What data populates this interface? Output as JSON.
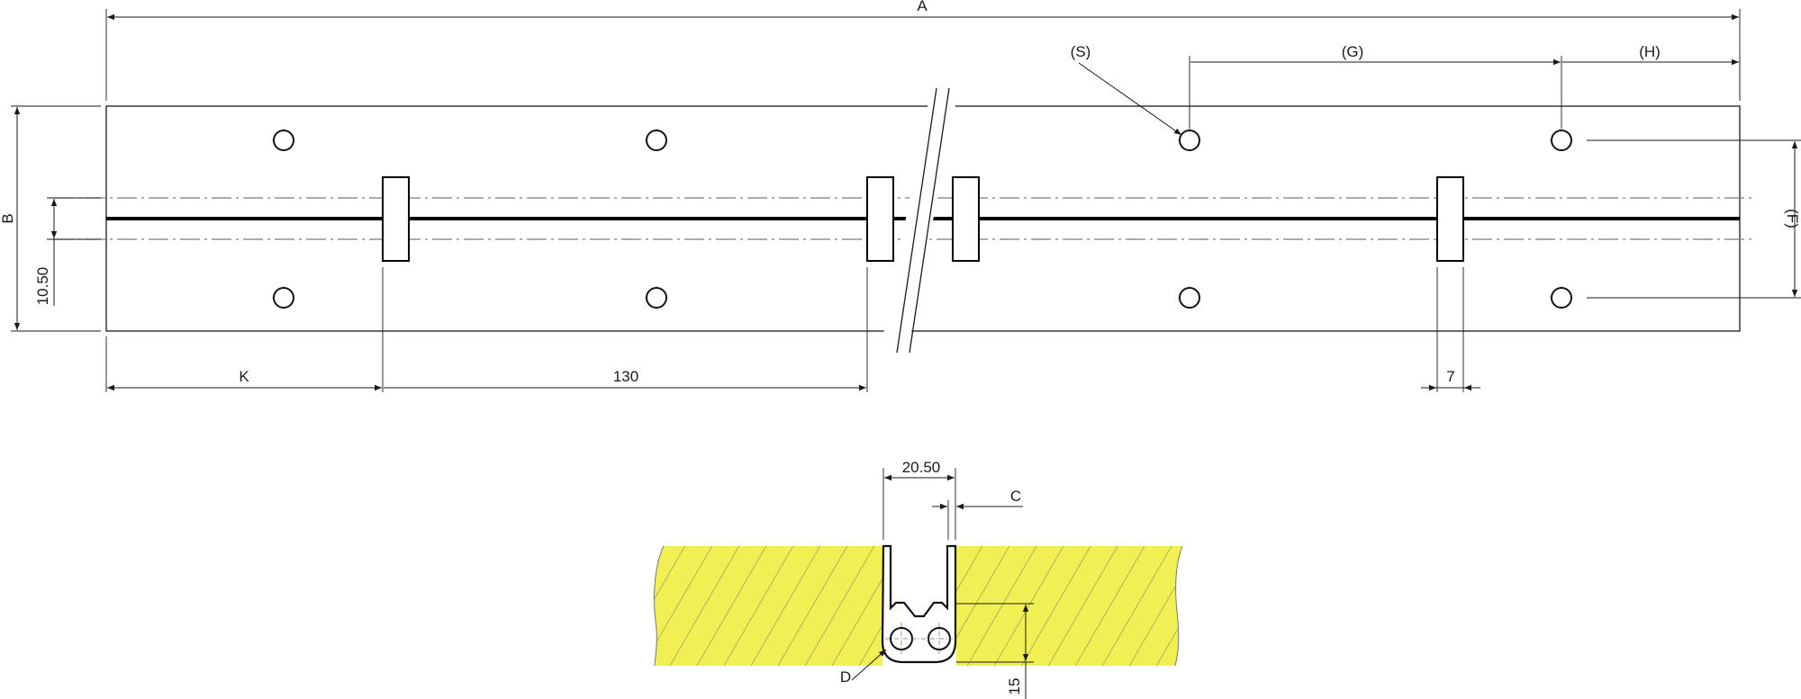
{
  "drawing": {
    "dimensions": {
      "A": "A",
      "B": "B",
      "S": "(S)",
      "G": "(G)",
      "H": "(H)",
      "F": "(F)",
      "K": "K",
      "pitch": "130",
      "knuckle_width": "7",
      "centerline_offset": "10.50",
      "section_width": "20.50",
      "C": "C",
      "D": "D",
      "depth": "15"
    },
    "colors": {
      "wood": "#f0f054",
      "line": "#1a1a1a"
    }
  }
}
